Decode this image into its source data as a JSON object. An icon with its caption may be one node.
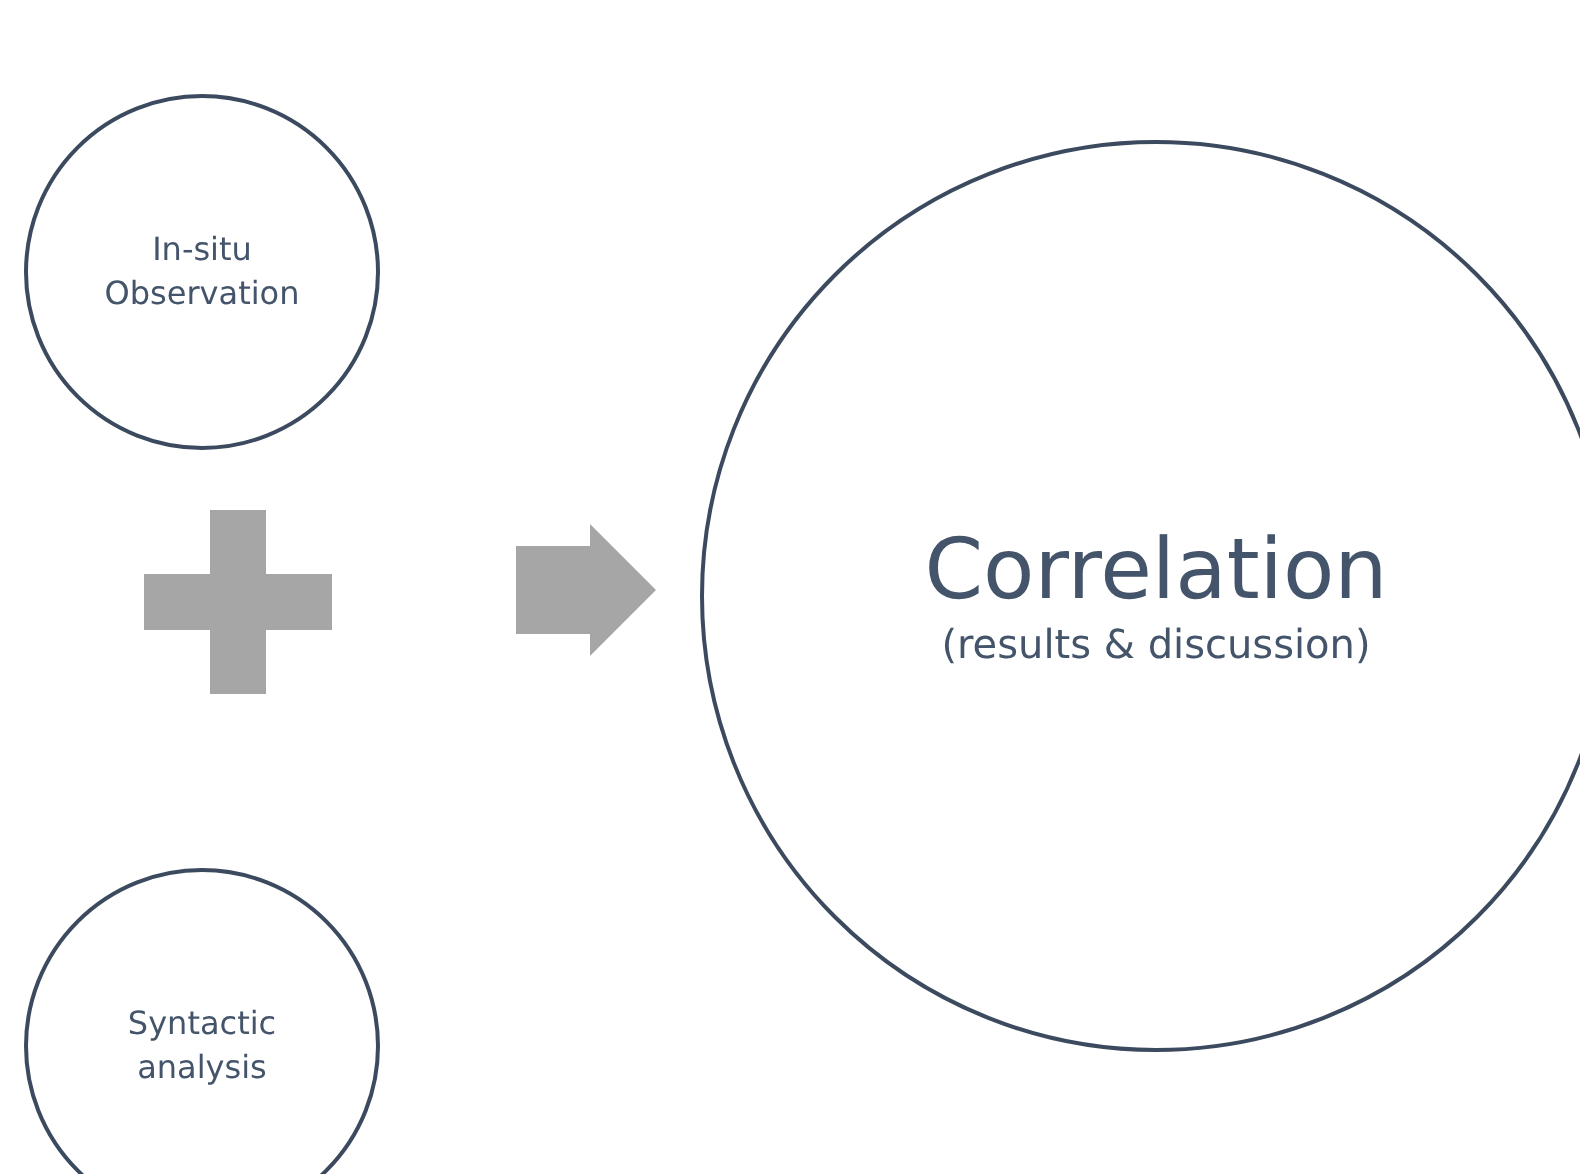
{
  "diagram": {
    "nodes": [
      {
        "text": [
          "In-situ Observation"
        ]
      },
      {
        "text": [],
        "shape": "cross"
      },
      {
        "text": [
          "Syntactic analysis"
        ]
      },
      {
        "text": [
          "Correlation",
          "(results & discussion)"
        ]
      }
    ],
    "edges": [
      {
        "from": null,
        "to": 3,
        "arrow": "to"
      }
    ]
  }
}
